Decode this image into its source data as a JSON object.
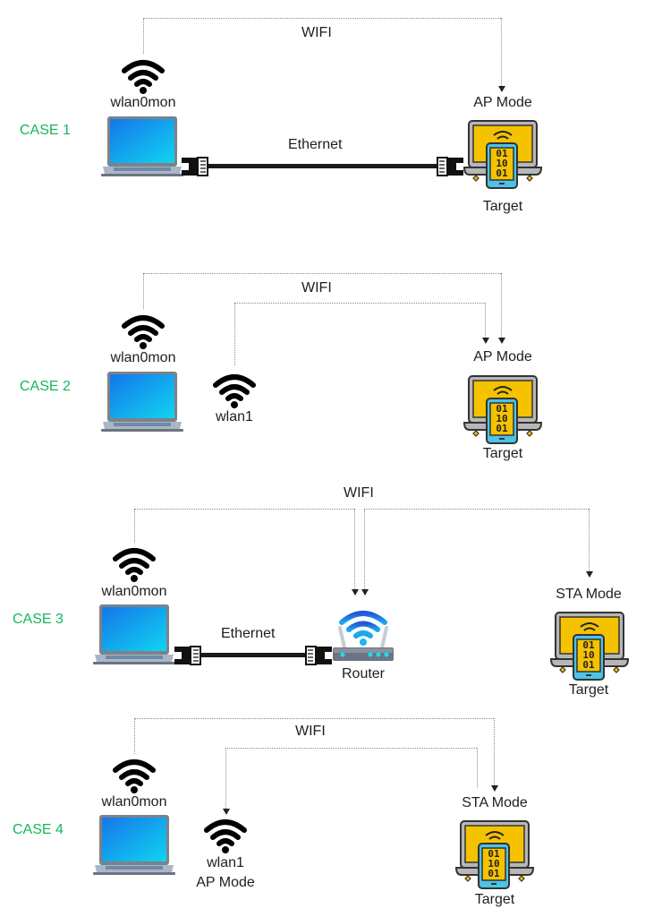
{
  "diagram": {
    "cases": [
      {
        "label": "CASE 1",
        "wifi_label": "WIFI",
        "link_label": "Ethernet",
        "attacker_iface": "wlan0mon",
        "target_mode": "AP Mode",
        "target_label": "Target"
      },
      {
        "label": "CASE 2",
        "wifi_label": "WIFI",
        "attacker_iface": "wlan0mon",
        "second_iface": "wlan1",
        "target_mode": "AP Mode",
        "target_label": "Target"
      },
      {
        "label": "CASE 3",
        "wifi_label": "WIFI",
        "link_label": "Ethernet",
        "attacker_iface": "wlan0mon",
        "router_label": "Router",
        "target_mode": "STA Mode",
        "target_label": "Target"
      },
      {
        "label": "CASE 4",
        "wifi_label": "WIFI",
        "attacker_iface": "wlan0mon",
        "second_iface": "wlan1",
        "second_iface_mode": "AP Mode",
        "target_mode": "STA Mode",
        "target_label": "Target"
      }
    ],
    "target_screen_bits": [
      "01",
      "10",
      "01"
    ],
    "colors": {
      "case_label": "#14b85a",
      "connector_line": "#8a8a8a",
      "laptop_screen": "#1ea8f0",
      "target_screen": "#f5c200",
      "phone_body": "#4cc3e8",
      "router_wifi": "#1e6fe0"
    }
  }
}
